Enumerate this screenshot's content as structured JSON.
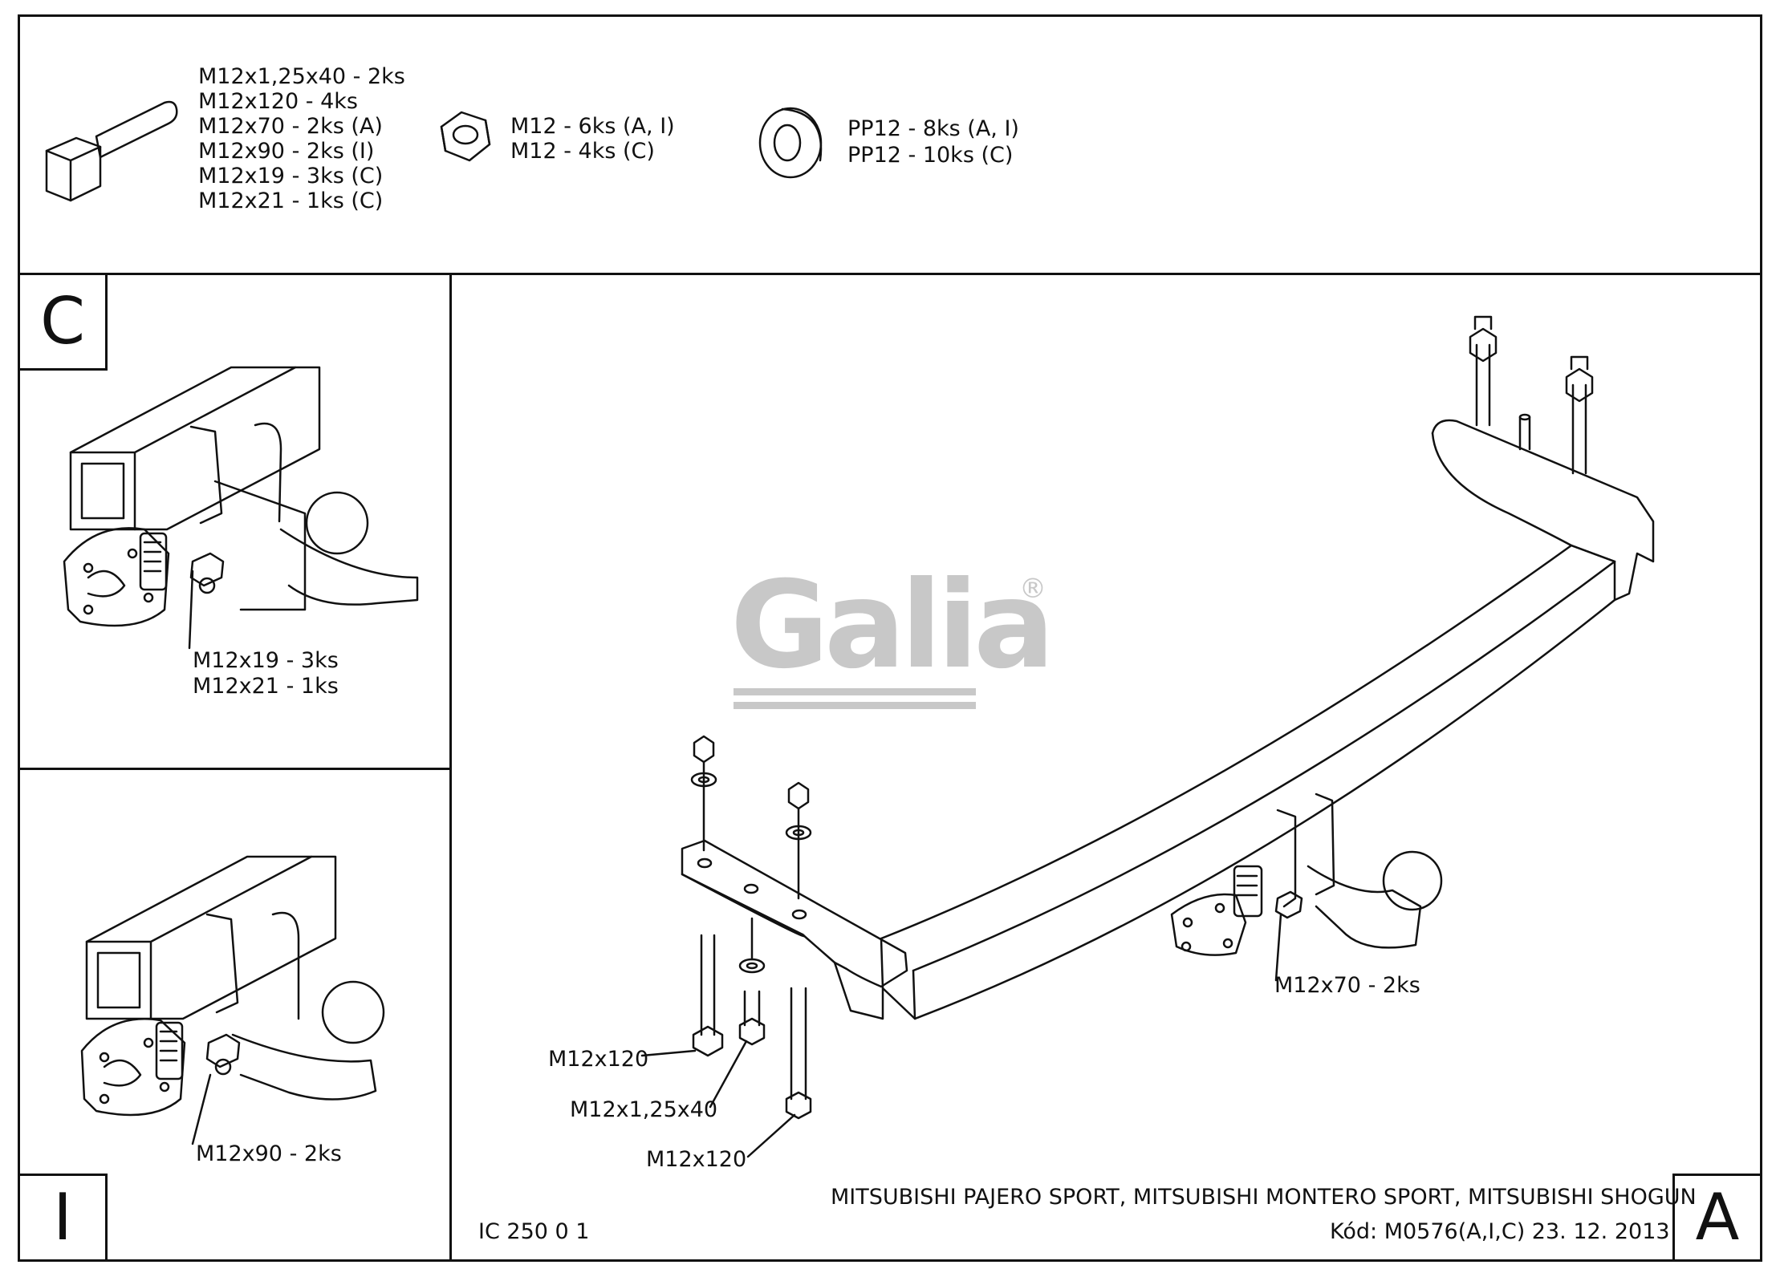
{
  "parts": {
    "bolt_lines": [
      "M12x1,25x40 - 2ks",
      "M12x120 - 4ks",
      "M12x70 - 2ks (A)",
      "M12x90 - 2ks (I)",
      "M12x19 - 3ks (C)",
      "M12x21 - 1ks (C)"
    ],
    "nut_lines": [
      "M12 - 6ks (A, I)",
      "M12 - 4ks (C)"
    ],
    "washer_lines": [
      "PP12 - 8ks (A, I)",
      "PP12 - 10ks (C)"
    ]
  },
  "panel_c": {
    "letter": "C",
    "labels": [
      "M12x19 - 3ks",
      "M12x21 - 1ks"
    ]
  },
  "panel_i": {
    "letter": "I",
    "labels": [
      "M12x90 - 2ks"
    ]
  },
  "main": {
    "letter": "A",
    "logo": "Galia",
    "callouts": {
      "bracket_bolt_1": "M12x120",
      "bracket_bolt_2": "M12x1,25x40",
      "bracket_bolt_3": "M12x120",
      "ball_bolt": "M12x70 - 2ks"
    },
    "ic_code": "IC 250 0 1",
    "vehicles": "MITSUBISHI PAJERO SPORT, MITSUBISHI MONTERO SPORT, MITSUBISHI SHOGUN",
    "code_line": "Kód: M0576(A,I,C)  23. 12. 2013"
  }
}
